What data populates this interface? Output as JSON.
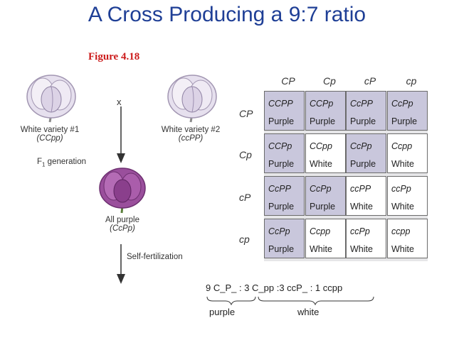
{
  "title": "A Cross Producing a 9:7 ratio",
  "figure_label": "Figure 4.18",
  "cross": {
    "symbol": "x",
    "parent1": {
      "line1": "White variety #1",
      "genotype": "(CCpp)"
    },
    "parent2": {
      "line1": "White variety #2",
      "genotype": "(ccPP)"
    },
    "f1_label_base": "F",
    "f1_label_sub": "1",
    "f1_label_rest": " generation",
    "offspring": {
      "line1": "All purple",
      "genotype": "(CcPp)"
    },
    "self_label": "Self-fertilization"
  },
  "punnett": {
    "col_headers": [
      "CP",
      "Cp",
      "cP",
      "cp"
    ],
    "row_headers": [
      "CP",
      "Cp",
      "cP",
      "cp"
    ],
    "cells": [
      [
        {
          "g": "CCPP",
          "p": "Purple"
        },
        {
          "g": "CCPp",
          "p": "Purple"
        },
        {
          "g": "CcPP",
          "p": "Purple"
        },
        {
          "g": "CcPp",
          "p": "Purple"
        }
      ],
      [
        {
          "g": "CCPp",
          "p": "Purple"
        },
        {
          "g": "CCpp",
          "p": "White"
        },
        {
          "g": "CcPp",
          "p": "Purple"
        },
        {
          "g": "Ccpp",
          "p": "White"
        }
      ],
      [
        {
          "g": "CcPP",
          "p": "Purple"
        },
        {
          "g": "CcPp",
          "p": "Purple"
        },
        {
          "g": "ccPP",
          "p": "White"
        },
        {
          "g": "ccPp",
          "p": "White"
        }
      ],
      [
        {
          "g": "CcPp",
          "p": "Purple"
        },
        {
          "g": "Ccpp",
          "p": "White"
        },
        {
          "g": "ccPp",
          "p": "White"
        },
        {
          "g": "ccpp",
          "p": "White"
        }
      ]
    ]
  },
  "ratio": {
    "text": "9 C_P_ : 3 C_pp :3 ccP_ : 1 ccpp",
    "purple_label": "purple",
    "white_label": "white"
  },
  "colors": {
    "title": "#1f3f96",
    "figure_label": "#cc1b1b",
    "purple_cell": "#c9c7dc",
    "flower_white": "#e6e0ee",
    "flower_purple": "#9a4f9c"
  }
}
